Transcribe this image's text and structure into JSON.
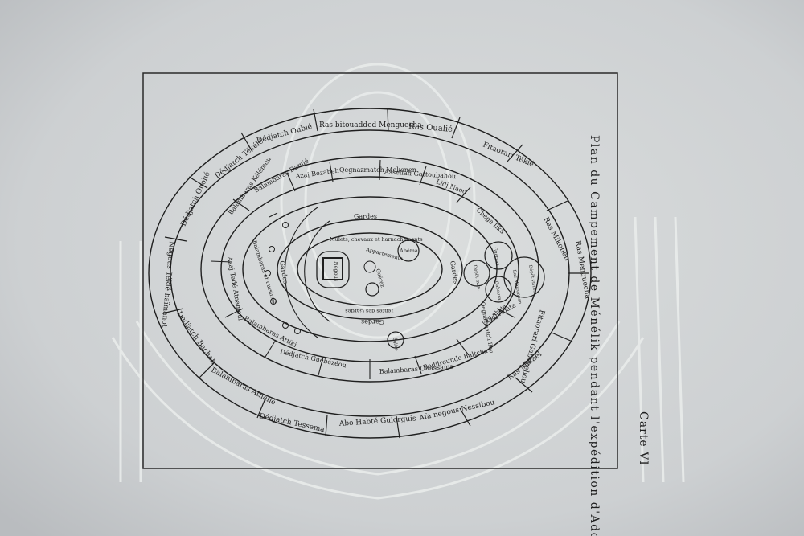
{
  "title": "Plan du Campement de Ménélik pendant l'expédition d'Adoua",
  "plate_number": "Carte VI",
  "colors": {
    "paper": "#d6d9da",
    "ink": "#1f1f1f",
    "watermark": "#e9eceb"
  },
  "outer_ring": [
    "Dédjatch Oubié",
    "Ras bitouadded Menguecha",
    "Ras Oualié",
    "Fitaorari Tékié",
    "Ras Mikonen",
    "Ras Menguecha",
    "Fitaorari Gabayehou",
    "Ras Mikaël",
    "Afa negous Nessibou",
    "Abo Habté Guiorguis",
    "Dédjatch Tessema",
    "Balambaras Atnafié",
    "Dédjatch Bachah",
    "Negous Tékié haïmanot",
    "Dédjatch Ouolié",
    "Dédjatch Tékélé"
  ],
  "middle_ring": [
    "Azaj Bezabeh",
    "Qegnazmatch Mekonen",
    "Assellafi Gattoubahou",
    "Lidj Naoo",
    "Chéga Ilka",
    "Lidj Abata",
    "Bedjirounde Baltcha",
    "Balambaras Ouassama",
    "Dédjatch Guebézéou",
    "Balambaras Attiki",
    "Azaj Tadé Atnamoul",
    "Balambaras Kélémou",
    "Balambaras Damié"
  ],
  "inner_ring": {
    "top_label": "Gardes",
    "bottom_label": "Gardes",
    "left_label": "Gardes",
    "right_label": "Gardes",
    "upper_band": "Mulets, chevaux et harnachements",
    "lower_band": "Tentes des Gardes",
    "left_band": "Balambaras et cuisines"
  },
  "center": {
    "main_tent": "Négous",
    "right_tent": "Abéma",
    "upper_tent": "Appartements",
    "lower_tent": "Guéréz"
  },
  "circle_labels": {
    "c1": "Dépôt vivres",
    "c2": "Guerzas",
    "c3": "Dépôt mun.",
    "c4": "Gaboura",
    "c5": "Église",
    "c6": "Ras Maiconnen"
  },
  "side_labels": {
    "right_upper": "Qegnazmatch Ilou",
    "right_lower": "Lidj Abata"
  }
}
